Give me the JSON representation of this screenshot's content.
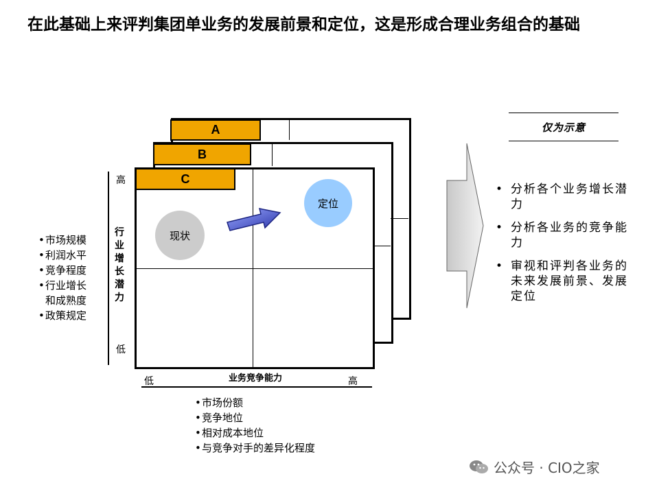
{
  "title": "在此基础上来评判集团单业务的发展前景和定位，这是形成合理业务组合的基础",
  "matrix": {
    "tabs": [
      "A",
      "B",
      "C"
    ],
    "y_axis": {
      "label": "行业增长潜力",
      "high": "高",
      "low": "低"
    },
    "x_axis": {
      "label": "业务竞争能力",
      "low": "低",
      "high": "高"
    },
    "current_label": "现状",
    "target_label": "定位"
  },
  "left_factors": [
    "市场规模",
    "利润水平",
    "竞争程度",
    "行业增长",
    "和成熟度",
    "政策规定"
  ],
  "bottom_factors": [
    "市场份额",
    "竞争地位",
    "相对成本地位",
    "与竞争对手的差异化程度"
  ],
  "note": "仅为示意",
  "right_points": [
    "分析各个业务增长潜力",
    "分析各业务的竞争能力",
    "审视和评判各业务的未来发展前景、发展定位"
  ],
  "watermark": "公众号 · CIO之家",
  "colors": {
    "tab": "#f0a500",
    "target_circle": "#99ccff",
    "current_circle": "#cccccc",
    "arrow": "#4a56c8"
  }
}
